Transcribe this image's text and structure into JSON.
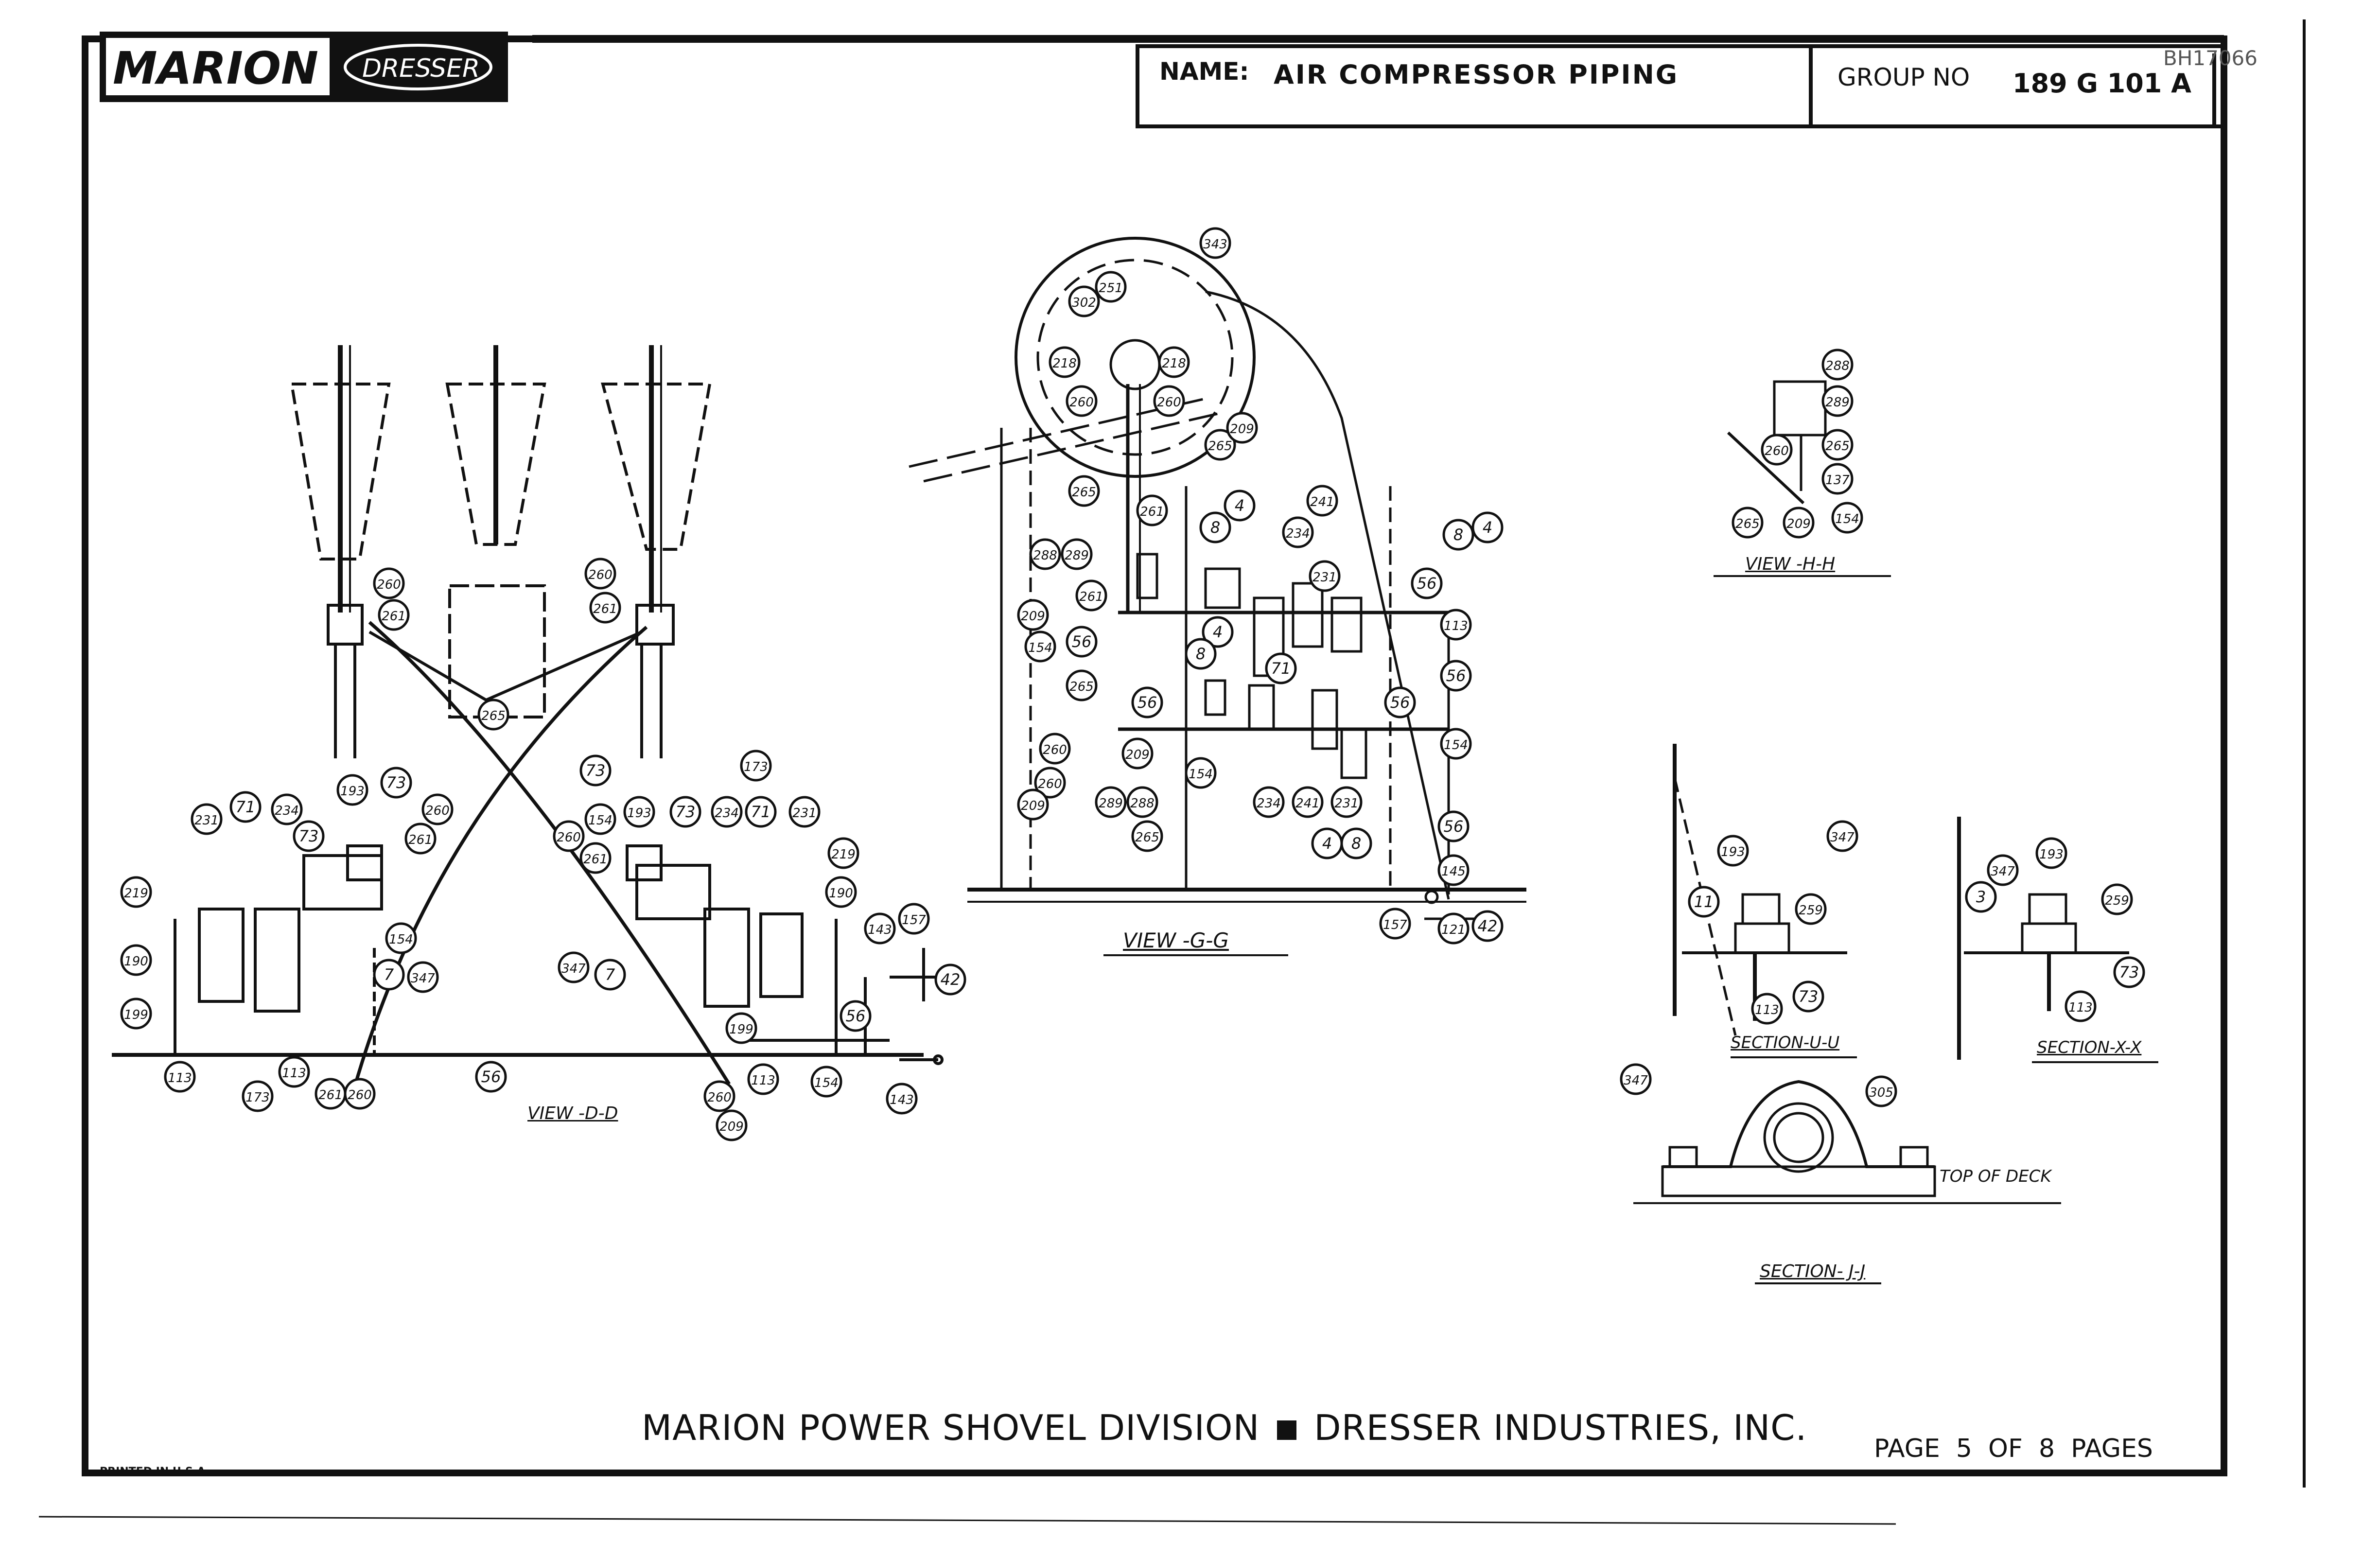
{
  "header": {
    "logo_brand": "MARION",
    "logo_sub": "DRESSER",
    "name_label": "NAME:",
    "name_value": "AIR COMPRESSOR PIPING",
    "group_label": "GROUP NO",
    "group_value": "189 G 101 A",
    "corner_code": "BH17066"
  },
  "footer": {
    "company": "MARION POWER SHOVEL DIVISION",
    "company2": "DRESSER INDUSTRIES, INC.",
    "page_text": "PAGE  5  OF  8  PAGES",
    "printed": "PRINTED IN U.S.A."
  },
  "views": {
    "view_dd": "VIEW -D-D",
    "view_gg": "VIEW -G-G",
    "view_hh": "VIEW -H-H",
    "section_uu": "SECTION-U-U",
    "section_xx": "SECTION-X-X",
    "section_jj": "SECTION- J-J",
    "top_of_deck": "TOP OF DECK"
  },
  "callouts": [
    {
      "t": "260"
    },
    {
      "t": "261"
    },
    {
      "t": "260"
    },
    {
      "t": "261"
    },
    {
      "t": "265"
    },
    {
      "t": "231"
    },
    {
      "t": "71"
    },
    {
      "t": "234"
    },
    {
      "t": "73"
    },
    {
      "t": "193"
    },
    {
      "t": "73"
    },
    {
      "t": "260"
    },
    {
      "t": "261"
    },
    {
      "t": "219"
    },
    {
      "t": "190"
    },
    {
      "t": "199"
    },
    {
      "t": "113"
    },
    {
      "t": "113"
    },
    {
      "t": "173"
    },
    {
      "t": "261"
    },
    {
      "t": "260"
    },
    {
      "t": "56"
    },
    {
      "t": "154"
    },
    {
      "t": "7"
    },
    {
      "t": "347"
    },
    {
      "t": "347"
    },
    {
      "t": "7"
    },
    {
      "t": "73"
    },
    {
      "t": "154"
    },
    {
      "t": "193"
    },
    {
      "t": "73"
    },
    {
      "t": "234"
    },
    {
      "t": "71"
    },
    {
      "t": "231"
    },
    {
      "t": "173"
    },
    {
      "t": "219"
    },
    {
      "t": "190"
    },
    {
      "t": "260"
    },
    {
      "t": "261"
    },
    {
      "t": "199"
    },
    {
      "t": "260"
    },
    {
      "t": "209"
    },
    {
      "t": "113"
    },
    {
      "t": "154"
    },
    {
      "t": "143"
    },
    {
      "t": "157"
    },
    {
      "t": "42"
    },
    {
      "t": "56"
    },
    {
      "t": "143"
    },
    {
      "t": "343"
    },
    {
      "t": "251"
    },
    {
      "t": "302"
    },
    {
      "t": "218"
    },
    {
      "t": "218"
    },
    {
      "t": "260"
    },
    {
      "t": "260"
    },
    {
      "t": "265"
    },
    {
      "t": "209"
    },
    {
      "t": "265"
    },
    {
      "t": "261"
    },
    {
      "t": "4"
    },
    {
      "t": "8"
    },
    {
      "t": "241"
    },
    {
      "t": "234"
    },
    {
      "t": "8"
    },
    {
      "t": "4"
    },
    {
      "t": "288"
    },
    {
      "t": "289"
    },
    {
      "t": "231"
    },
    {
      "t": "261"
    },
    {
      "t": "56"
    },
    {
      "t": "209"
    },
    {
      "t": "113"
    },
    {
      "t": "154"
    },
    {
      "t": "56"
    },
    {
      "t": "4"
    },
    {
      "t": "8"
    },
    {
      "t": "71"
    },
    {
      "t": "56"
    },
    {
      "t": "265"
    },
    {
      "t": "56"
    },
    {
      "t": "56"
    },
    {
      "t": "154"
    },
    {
      "t": "260"
    },
    {
      "t": "209"
    },
    {
      "t": "154"
    },
    {
      "t": "260"
    },
    {
      "t": "209"
    },
    {
      "t": "289"
    },
    {
      "t": "288"
    },
    {
      "t": "234"
    },
    {
      "t": "241"
    },
    {
      "t": "231"
    },
    {
      "t": "265"
    },
    {
      "t": "4"
    },
    {
      "t": "8"
    },
    {
      "t": "56"
    },
    {
      "t": "145"
    },
    {
      "t": "157"
    },
    {
      "t": "121"
    },
    {
      "t": "42"
    },
    {
      "t": "288"
    },
    {
      "t": "289"
    },
    {
      "t": "260"
    },
    {
      "t": "265"
    },
    {
      "t": "137"
    },
    {
      "t": "265"
    },
    {
      "t": "209"
    },
    {
      "t": "154"
    },
    {
      "t": "193"
    },
    {
      "t": "347"
    },
    {
      "t": "11"
    },
    {
      "t": "259"
    },
    {
      "t": "113"
    },
    {
      "t": "73"
    },
    {
      "t": "347"
    },
    {
      "t": "193"
    },
    {
      "t": "3"
    },
    {
      "t": "259"
    },
    {
      "t": "73"
    },
    {
      "t": "113"
    },
    {
      "t": "347"
    },
    {
      "t": "305"
    }
  ]
}
